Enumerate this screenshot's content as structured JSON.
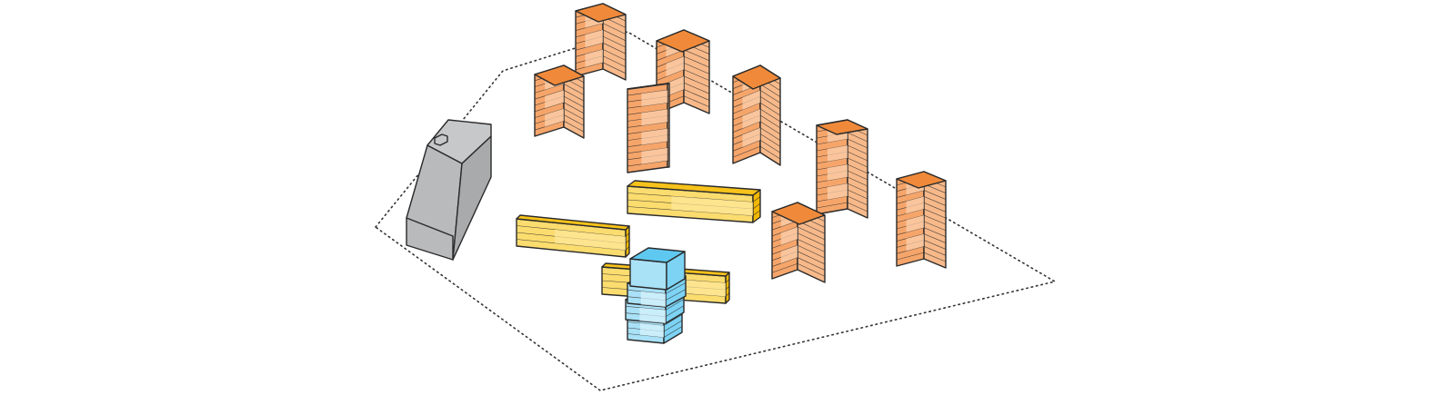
{
  "colors": {
    "background": "#ffffff",
    "outline": "#2a2a2a",
    "site_boundary": "#333333",
    "tower_top": "#f08a3a",
    "tower_left": "#f6a56a",
    "tower_right": "#f7b98a",
    "tower_band": "#fbd0ad",
    "slab_top": "#f7c21a",
    "slab_left": "#fbdc6e",
    "slab_right": "#f3b800",
    "slab_band": "#fde79a",
    "blue_top": "#5fc8f0",
    "blue_left": "#a9e1f7",
    "blue_right": "#7dd3f4",
    "blue_band": "#d7f1fc",
    "gray_top": "#c7c8ca",
    "gray_left": "#b9babc",
    "gray_right": "#a9aaac"
  },
  "legend_icons": {
    "boundary": "dotted-boundary-line",
    "existing": "gray-existing-building",
    "towers": "orange-residential-tower",
    "slabs": "yellow-slab-building",
    "focus": "blue-highlighted-building"
  }
}
